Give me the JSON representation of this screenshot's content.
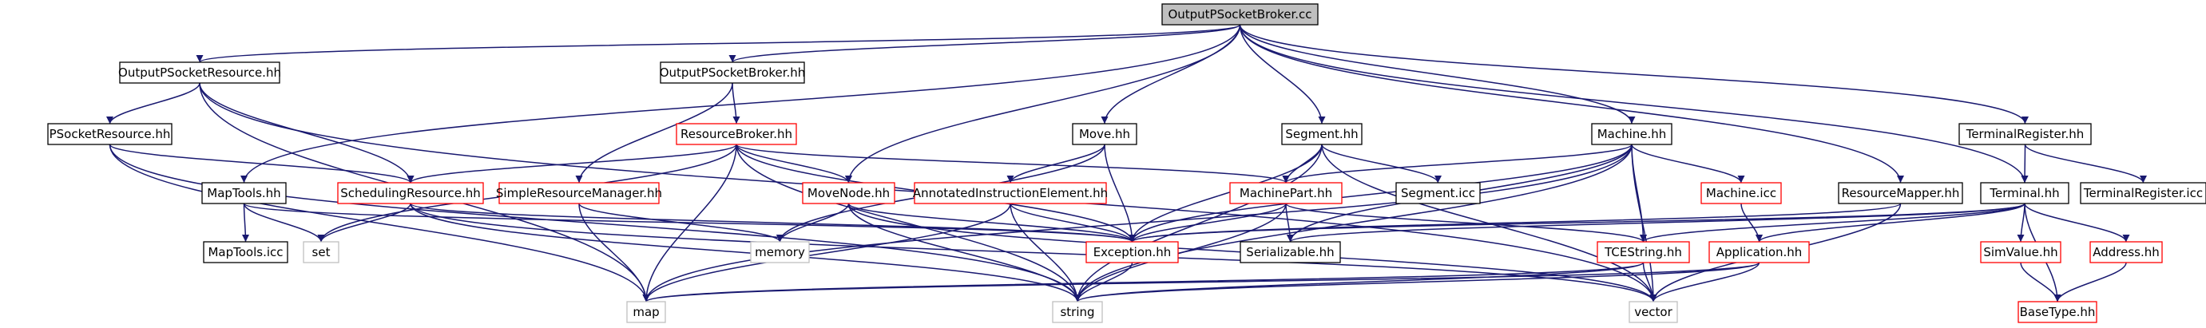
{
  "graph": {
    "nodes": [
      {
        "id": "n0",
        "label": "OutputPSocketBroker.cc",
        "style": "root"
      },
      {
        "id": "n1",
        "label": "OutputPSocketResource.hh",
        "style": "normal"
      },
      {
        "id": "n2",
        "label": "OutputPSocketBroker.hh",
        "style": "normal"
      },
      {
        "id": "n3",
        "label": "PSocketResource.hh",
        "style": "normal"
      },
      {
        "id": "n4",
        "label": "ResourceBroker.hh",
        "style": "red"
      },
      {
        "id": "n5",
        "label": "Move.hh",
        "style": "normal"
      },
      {
        "id": "n6",
        "label": "Segment.hh",
        "style": "normal"
      },
      {
        "id": "n7",
        "label": "Machine.hh",
        "style": "normal"
      },
      {
        "id": "n8",
        "label": "TerminalRegister.hh",
        "style": "normal"
      },
      {
        "id": "n9",
        "label": "MapTools.hh",
        "style": "normal"
      },
      {
        "id": "n10",
        "label": "SchedulingResource.hh",
        "style": "red"
      },
      {
        "id": "n11",
        "label": "SimpleResourceManager.hh",
        "style": "red"
      },
      {
        "id": "n12",
        "label": "MoveNode.hh",
        "style": "red"
      },
      {
        "id": "n13",
        "label": "AnnotatedInstructionElement.hh",
        "style": "red"
      },
      {
        "id": "n14",
        "label": "MachinePart.hh",
        "style": "red"
      },
      {
        "id": "n15",
        "label": "Segment.icc",
        "style": "normal"
      },
      {
        "id": "n16",
        "label": "Machine.icc",
        "style": "red"
      },
      {
        "id": "n17",
        "label": "ResourceMapper.hh",
        "style": "normal"
      },
      {
        "id": "n18",
        "label": "Terminal.hh",
        "style": "normal"
      },
      {
        "id": "n19",
        "label": "TerminalRegister.icc",
        "style": "normal"
      },
      {
        "id": "n20",
        "label": "MapTools.icc",
        "style": "normal"
      },
      {
        "id": "n21",
        "label": "set",
        "style": "gray"
      },
      {
        "id": "n22",
        "label": "memory",
        "style": "gray"
      },
      {
        "id": "n23",
        "label": "Exception.hh",
        "style": "red"
      },
      {
        "id": "n24",
        "label": "Serializable.hh",
        "style": "normal"
      },
      {
        "id": "n25",
        "label": "TCEString.hh",
        "style": "red"
      },
      {
        "id": "n26",
        "label": "Application.hh",
        "style": "red"
      },
      {
        "id": "n27",
        "label": "SimValue.hh",
        "style": "red"
      },
      {
        "id": "n28",
        "label": "Address.hh",
        "style": "red"
      },
      {
        "id": "n29",
        "label": "map",
        "style": "gray"
      },
      {
        "id": "n30",
        "label": "string",
        "style": "gray"
      },
      {
        "id": "n31",
        "label": "vector",
        "style": "gray"
      },
      {
        "id": "n32",
        "label": "BaseType.hh",
        "style": "red"
      }
    ],
    "edges": [
      [
        "n0",
        "n1"
      ],
      [
        "n0",
        "n2"
      ],
      [
        "n0",
        "n5"
      ],
      [
        "n0",
        "n6"
      ],
      [
        "n0",
        "n7"
      ],
      [
        "n0",
        "n8"
      ],
      [
        "n0",
        "n9"
      ],
      [
        "n0",
        "n12"
      ],
      [
        "n0",
        "n17"
      ],
      [
        "n0",
        "n18"
      ],
      [
        "n1",
        "n3"
      ],
      [
        "n1",
        "n10"
      ],
      [
        "n1",
        "n29"
      ],
      [
        "n1",
        "n31"
      ],
      [
        "n2",
        "n4"
      ],
      [
        "n2",
        "n11"
      ],
      [
        "n3",
        "n10"
      ],
      [
        "n3",
        "n29"
      ],
      [
        "n3",
        "n30"
      ],
      [
        "n4",
        "n10"
      ],
      [
        "n4",
        "n12"
      ],
      [
        "n4",
        "n14"
      ],
      [
        "n4",
        "n23"
      ],
      [
        "n4",
        "n21"
      ],
      [
        "n4",
        "n29"
      ],
      [
        "n4",
        "n30"
      ],
      [
        "n5",
        "n13"
      ],
      [
        "n5",
        "n22"
      ],
      [
        "n5",
        "n23"
      ],
      [
        "n6",
        "n14"
      ],
      [
        "n6",
        "n15"
      ],
      [
        "n6",
        "n23"
      ],
      [
        "n6",
        "n30"
      ],
      [
        "n6",
        "n31"
      ],
      [
        "n7",
        "n14"
      ],
      [
        "n7",
        "n16"
      ],
      [
        "n7",
        "n24"
      ],
      [
        "n7",
        "n23"
      ],
      [
        "n7",
        "n25"
      ],
      [
        "n7",
        "n30"
      ],
      [
        "n7",
        "n31"
      ],
      [
        "n7",
        "n29"
      ],
      [
        "n8",
        "n18"
      ],
      [
        "n8",
        "n19"
      ],
      [
        "n9",
        "n20"
      ],
      [
        "n9",
        "n21"
      ],
      [
        "n9",
        "n23"
      ],
      [
        "n10",
        "n21"
      ],
      [
        "n10",
        "n23"
      ],
      [
        "n10",
        "n30"
      ],
      [
        "n10",
        "n31"
      ],
      [
        "n11",
        "n22"
      ],
      [
        "n11",
        "n29"
      ],
      [
        "n12",
        "n22"
      ],
      [
        "n12",
        "n23"
      ],
      [
        "n12",
        "n30"
      ],
      [
        "n12",
        "n31"
      ],
      [
        "n13",
        "n23"
      ],
      [
        "n13",
        "n29"
      ],
      [
        "n13",
        "n30"
      ],
      [
        "n14",
        "n23"
      ],
      [
        "n14",
        "n24"
      ],
      [
        "n14",
        "n25"
      ],
      [
        "n14",
        "n30"
      ],
      [
        "n16",
        "n26"
      ],
      [
        "n17",
        "n23"
      ],
      [
        "n17",
        "n31"
      ],
      [
        "n18",
        "n23"
      ],
      [
        "n18",
        "n25"
      ],
      [
        "n18",
        "n26"
      ],
      [
        "n18",
        "n27"
      ],
      [
        "n18",
        "n28"
      ],
      [
        "n18",
        "n32"
      ],
      [
        "n18",
        "n24"
      ],
      [
        "n23",
        "n30"
      ],
      [
        "n25",
        "n29"
      ],
      [
        "n25",
        "n30"
      ],
      [
        "n25",
        "n31"
      ],
      [
        "n26",
        "n30"
      ],
      [
        "n26",
        "n31"
      ],
      [
        "n26",
        "n29"
      ],
      [
        "n27",
        "n32"
      ],
      [
        "n28",
        "n32"
      ]
    ]
  },
  "colors": {
    "edge": "#191970",
    "root_fill": "#bfbfbf",
    "normal_stroke": "#000000",
    "red_stroke": "#ff0000",
    "gray_stroke": "#bfbfbf",
    "text": "#000000"
  }
}
